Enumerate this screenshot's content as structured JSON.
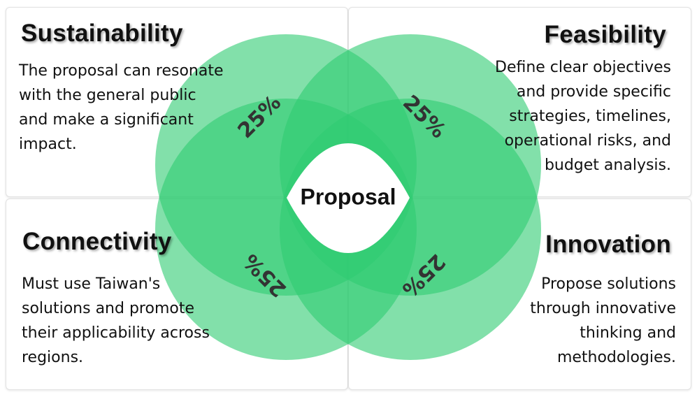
{
  "center_label": "Proposal",
  "colors": {
    "circle_fill": "#2ecc71",
    "text": "#111111",
    "percent_text": "#333333"
  },
  "quadrants": {
    "sustainability": {
      "title": "Sustainability",
      "lines": [
        "The proposal can resonate",
        "with the general public",
        "and make a significant",
        "impact."
      ],
      "percent": "25%"
    },
    "feasibility": {
      "title": "Feasibility",
      "lines": [
        "Define clear objectives",
        "and provide specific",
        "strategies, timelines,",
        "operational risks, and",
        "budget analysis."
      ],
      "percent": "25%"
    },
    "connectivity": {
      "title": "Connectivity",
      "lines": [
        "Must use Taiwan's",
        "solutions and promote",
        "their applicability across",
        "regions."
      ],
      "percent": "25%"
    },
    "innovation": {
      "title": "Innovation",
      "lines": [
        "Propose solutions",
        "through innovative",
        "thinking and",
        "methodologies."
      ],
      "percent": "25%"
    }
  }
}
